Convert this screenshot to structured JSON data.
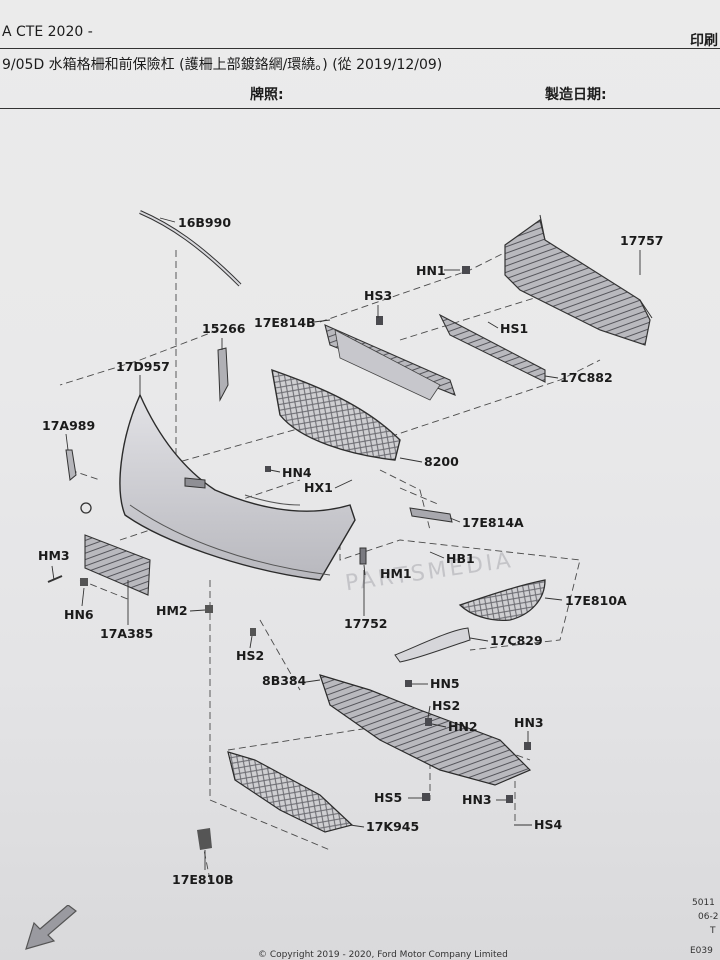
{
  "header": {
    "model": "A CTE 2020 -",
    "print_label": "印刷",
    "section": "9/05D 水箱格柵和前保險杠 (護柵上部鍍鉻網/環繞。) (從 2019/12/09)",
    "plate_label": "牌照:",
    "build_date_label": "製造日期:"
  },
  "part_labels": {
    "p16B990": "16B990",
    "p17757": "17757",
    "pHN1": "HN1",
    "pHS3": "HS3",
    "p15266": "15266",
    "p17E814B": "17E814B",
    "pHS1": "HS1",
    "p17D957": "17D957",
    "p17C882": "17C882",
    "p17A989": "17A989",
    "p8200": "8200",
    "pHN4": "HN4",
    "pHX1": "HX1",
    "p17E814A": "17E814A",
    "pHM3": "HM3",
    "pHB1": "HB1",
    "pHM1": "HM1",
    "pHN6": "HN6",
    "p17E810A": "17E810A",
    "pHM2": "HM2",
    "p17752": "17752",
    "p17A385": "17A385",
    "p17C829": "17C829",
    "pHS2a": "HS2",
    "p8B384": "8B384",
    "pHN5": "HN5",
    "pHS2b": "HS2",
    "pHN2": "HN2",
    "pHN3a": "HN3",
    "pHS5": "HS5",
    "pHN3b": "HN3",
    "p17K945": "17K945",
    "pHS4": "HS4",
    "p17E810B": "17E810B"
  },
  "watermark": "PARTSMEDIA",
  "footer": {
    "copyright": "© Copyright 2019 - 2020, Ford Motor Company Limited",
    "ref1": "5011",
    "ref2": "06-2",
    "ref3": "T",
    "ref4": "E039"
  },
  "icons": {
    "nav_arrow": "arrow-down-left-icon"
  }
}
